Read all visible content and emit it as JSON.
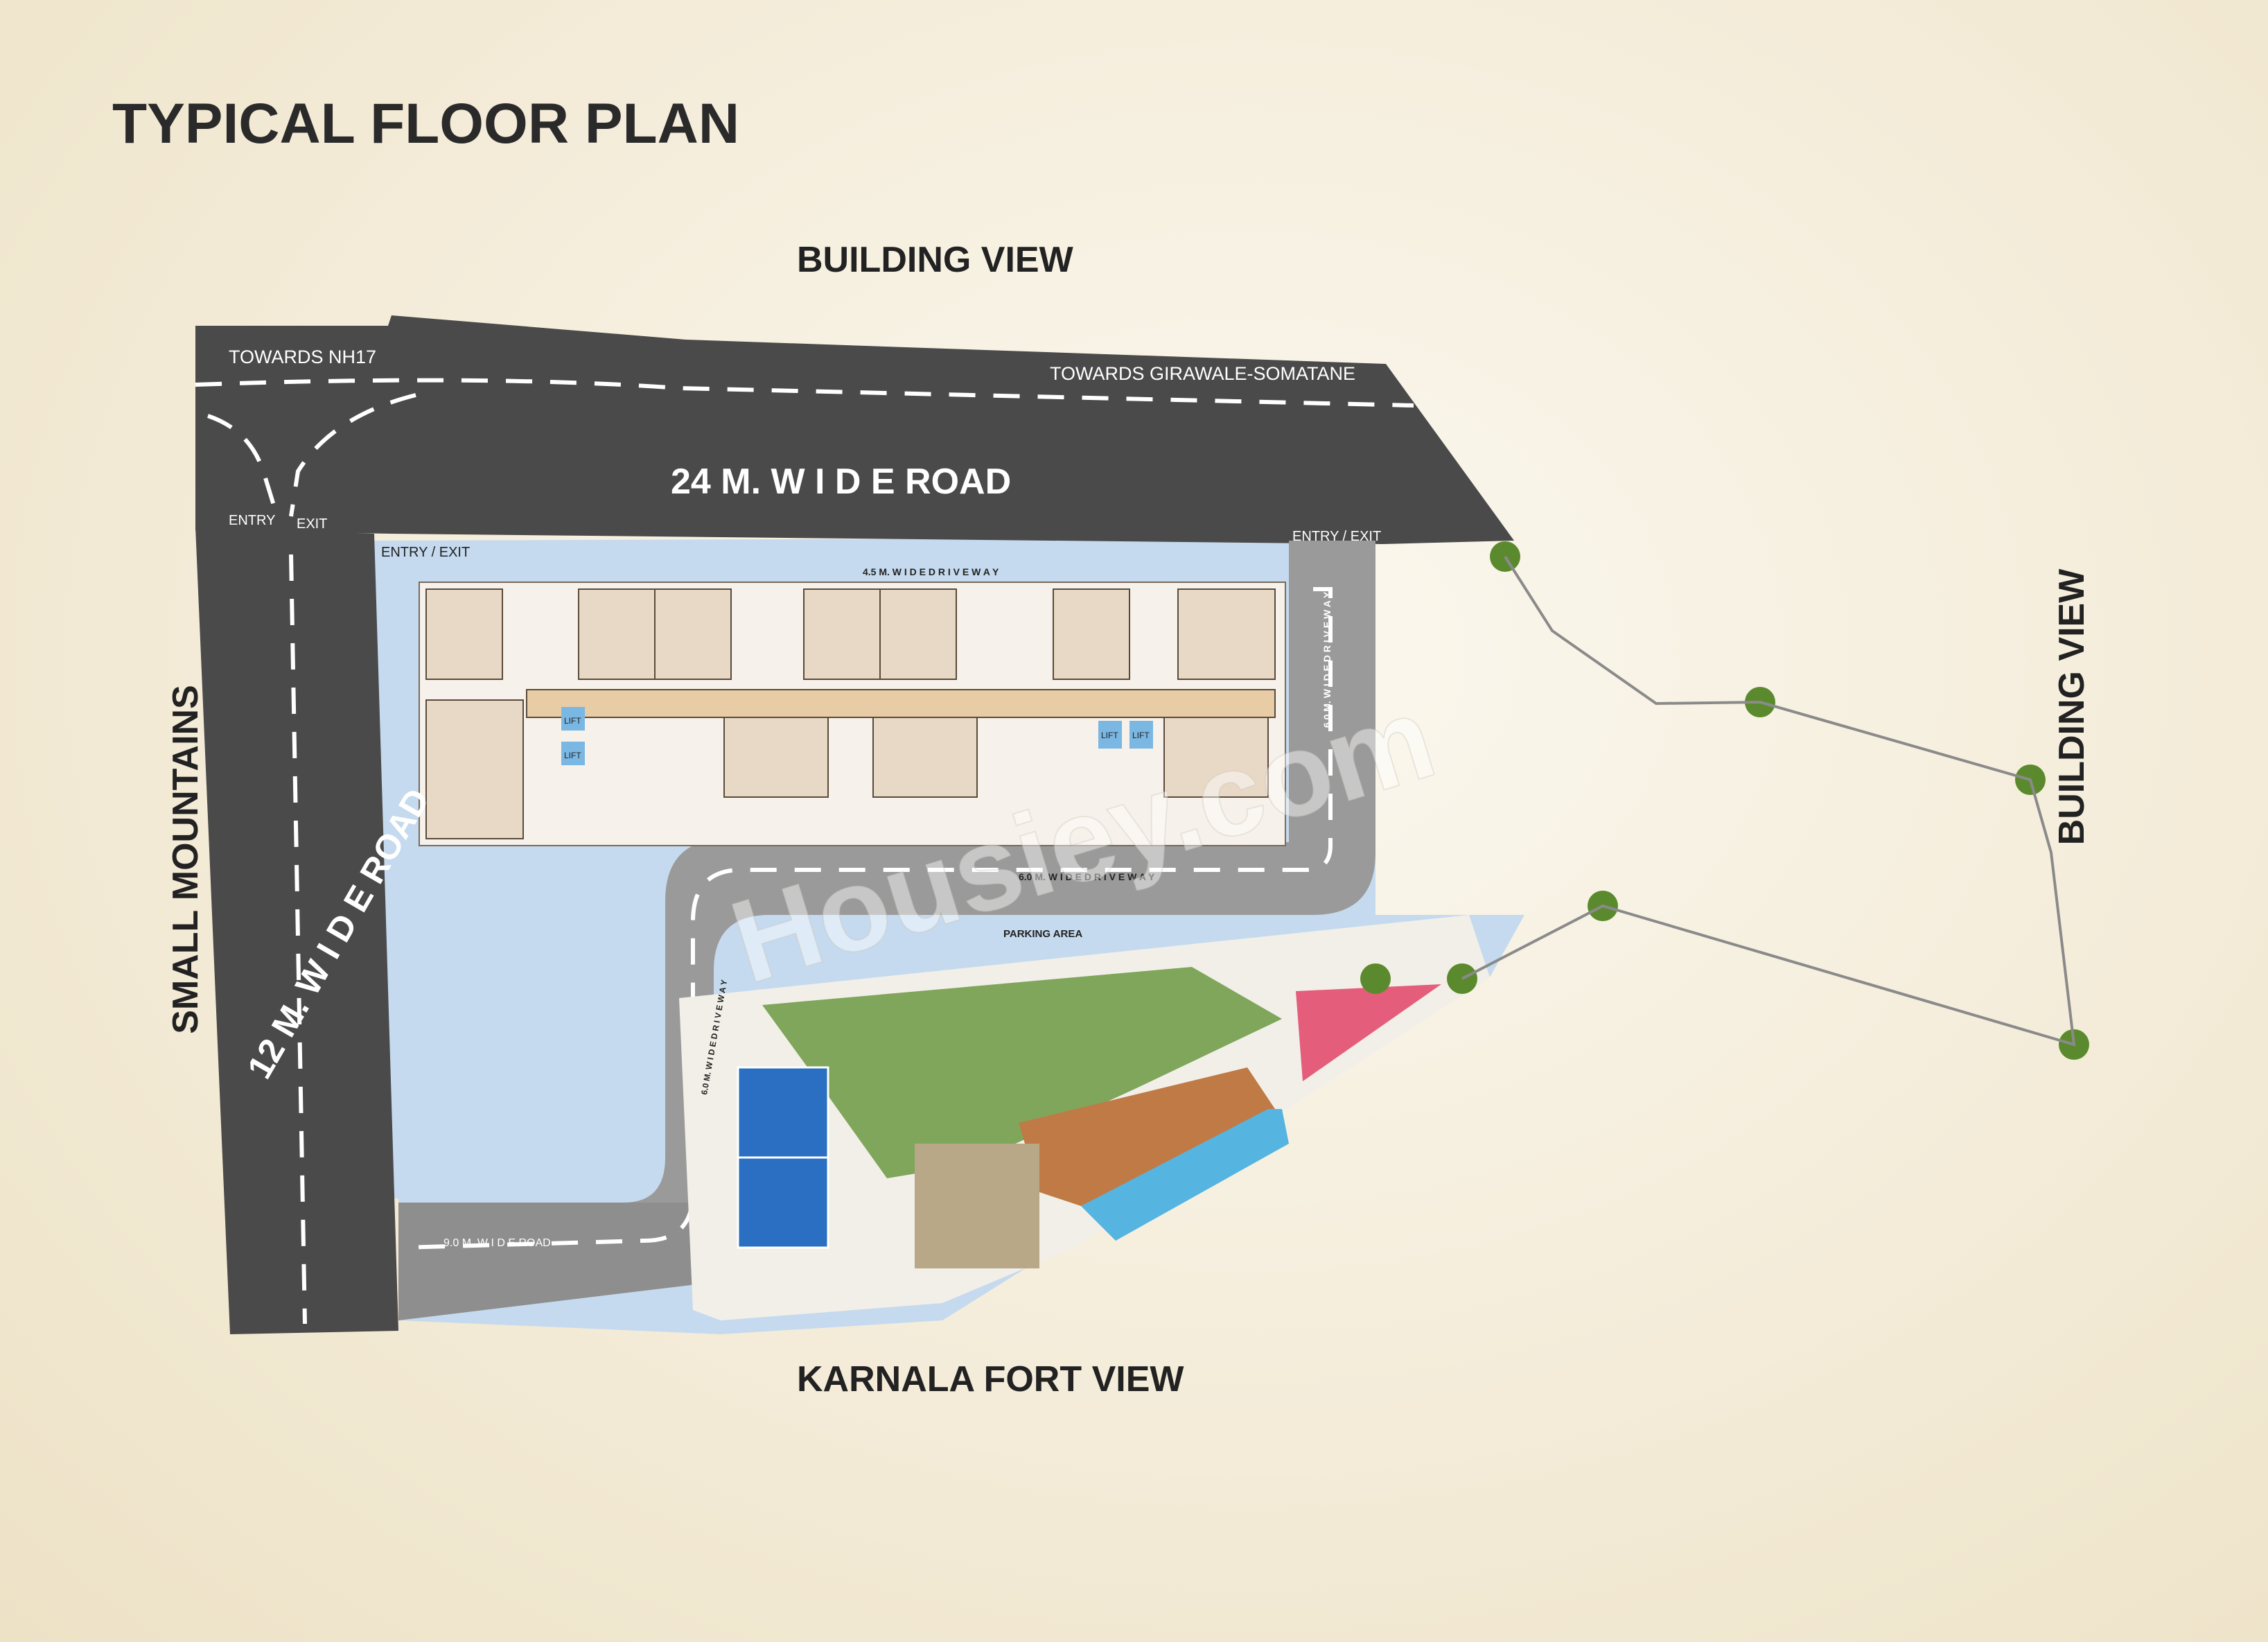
{
  "page_title": "TYPICAL FLOOR PLAN",
  "views": {
    "top": "BUILDING VIEW",
    "right": "BUILDING VIEW",
    "bottom": "KARNALA FORT VIEW",
    "left": "SMALL MOUNTAINS"
  },
  "roads": {
    "towards_left": "TOWARDS NH17",
    "towards_right": "TOWARDS GIRAWALE-SOMATANE",
    "main_road": "24 M. W I D E  ROAD",
    "side_road": "12 M. W I D E  ROAD",
    "bottom_road": "9.0 M. W I D E ROAD",
    "entry": "ENTRY",
    "exit": "EXIT",
    "entry_exit_1": "ENTRY / EXIT",
    "entry_exit_2": "ENTRY / EXIT"
  },
  "driveways": {
    "top": "4.5 M. W I D E   D R I V E W A Y",
    "right": "6.0 M. W I D E   D R I V E W A Y",
    "bottom": "6.0 M. W I D E   D R I V E W A Y",
    "garden": "6.0 M. W I D E   D R I V E W A Y"
  },
  "areas": {
    "parking": "PARKING AREA",
    "lift_1": "LIFT",
    "lift_2": "LIFT",
    "lift_3": "LIFT",
    "lift_4": "LIFT"
  },
  "watermark": "Housiey.com",
  "colors": {
    "road": "#4a4a4a",
    "site": "#c5daee",
    "grass": "#7fa65b",
    "court": "#2a6fc2",
    "pool": "#55b4e0",
    "deck": "#c07a46"
  }
}
